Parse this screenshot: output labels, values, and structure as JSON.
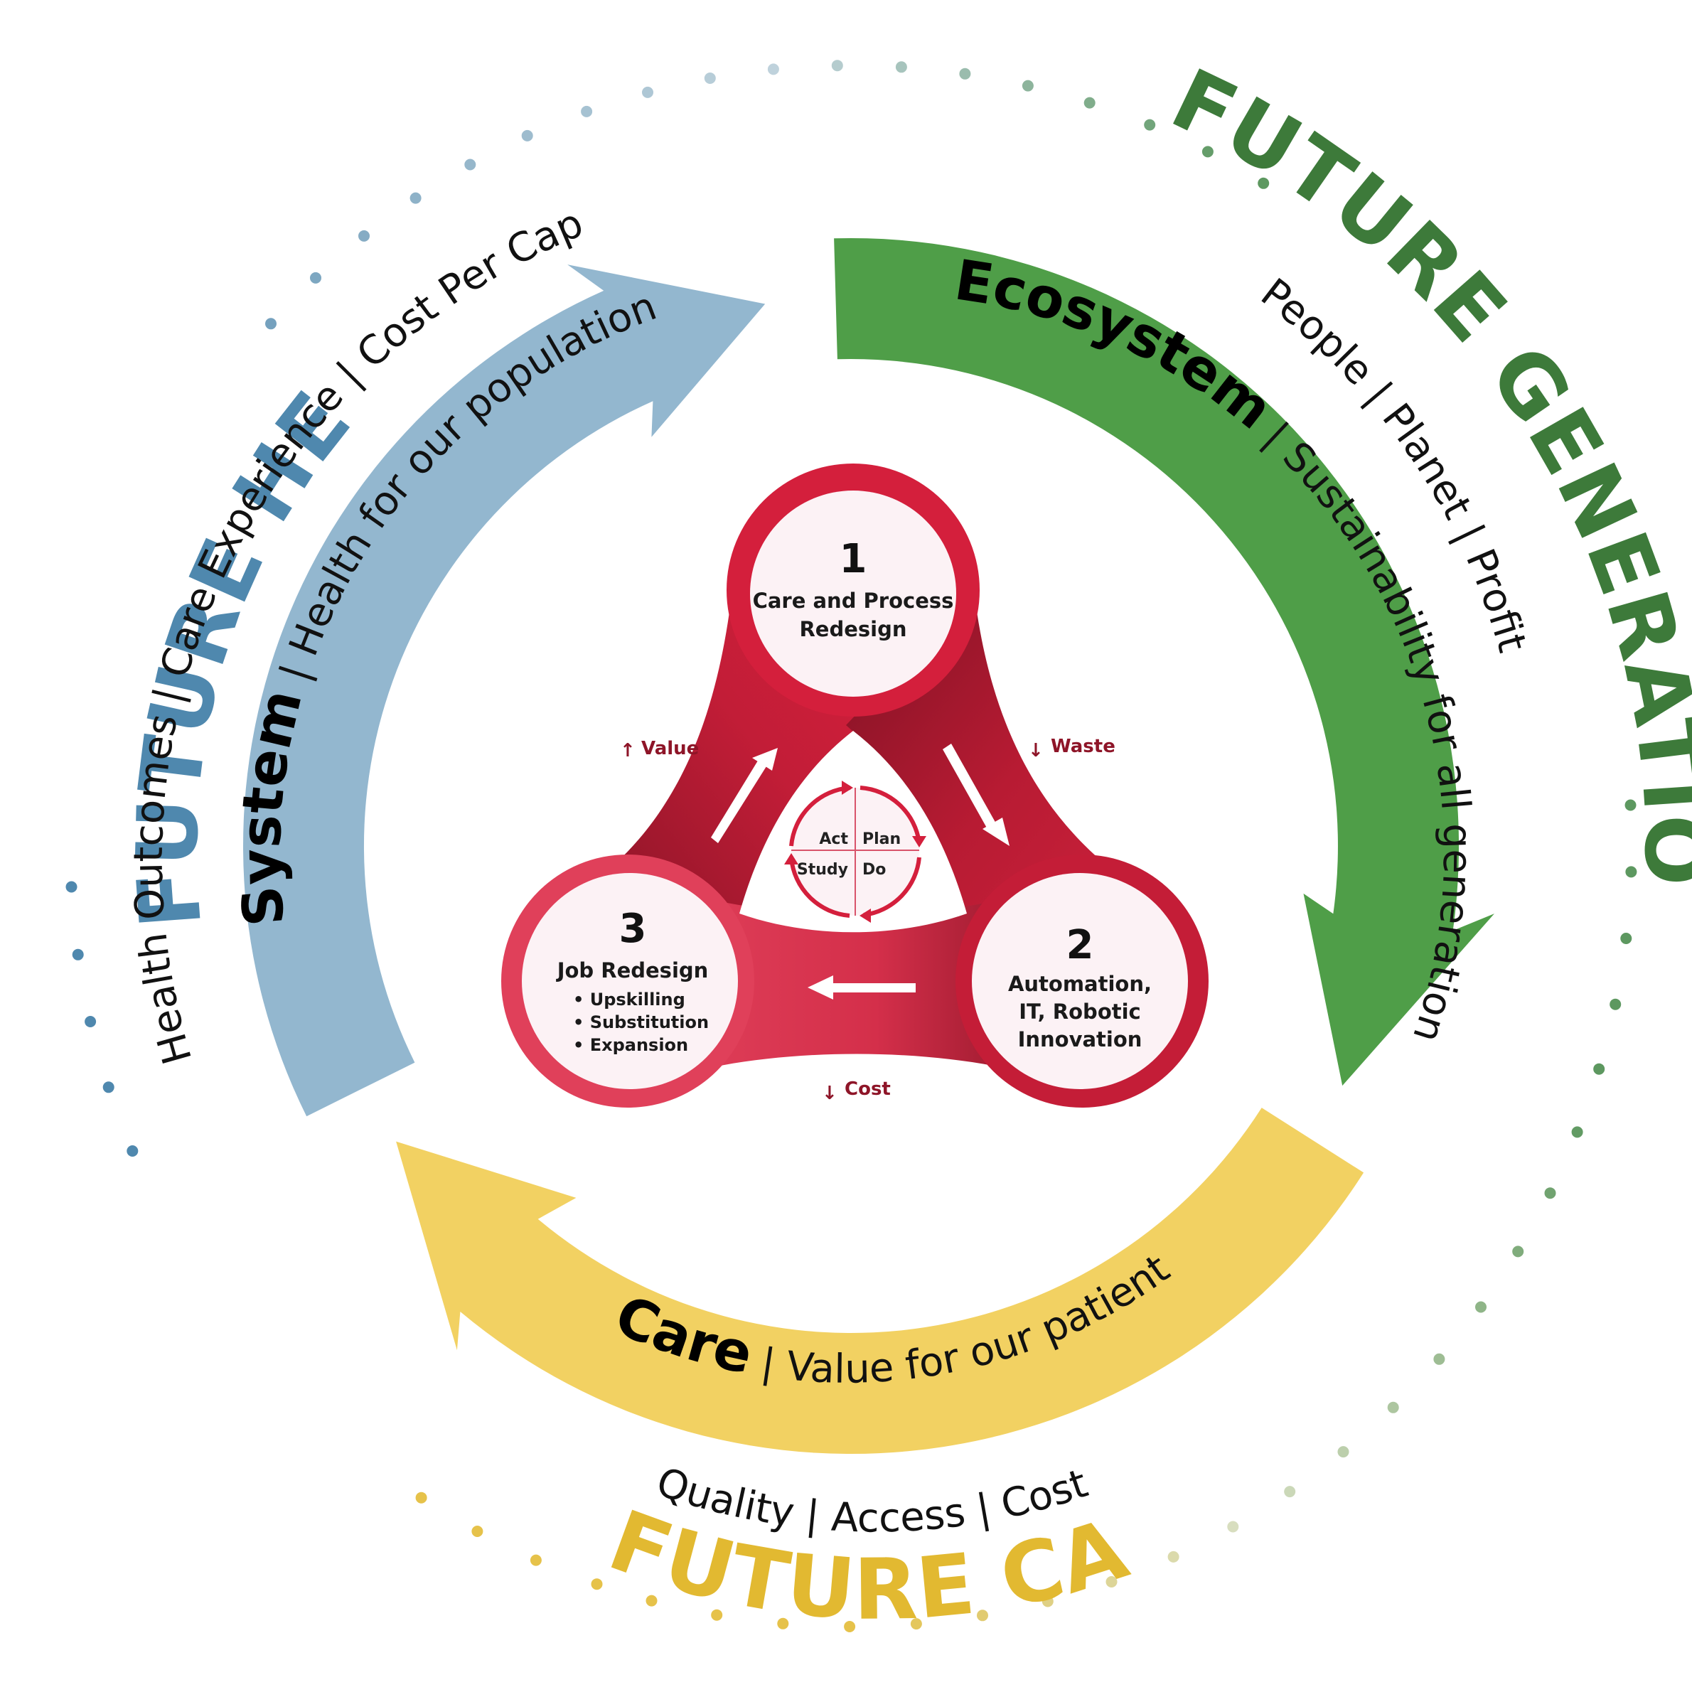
{
  "colors": {
    "blue_band": "#93b7cf",
    "blue_heading": "#4f88ae",
    "green_band": "#4f9e48",
    "green_heading": "#3d7a3a",
    "yellow_band": "#f2d162",
    "yellow_heading": "#e2b931",
    "red_primary": "#d41f3c",
    "red_dark": "#8e1528",
    "red_light": "#e0405a",
    "node_fill": "#fcf2f5",
    "impact_text": "#8e1528",
    "dot_start": "#4f88ae",
    "dot_mid_top": "#c0d3dc",
    "dot_green": "#5d9860",
    "dot_yellow": "#e6c24a"
  },
  "outer": {
    "health": {
      "heading": "FUTURE HEALTH",
      "subheading": "Health Outcomes | Care Experience | Cost Per Capita"
    },
    "generations": {
      "heading": "FUTURE GENERATIONS",
      "subheading": "People | Planet | Profit"
    },
    "care": {
      "heading": "FUTURE CARE",
      "subheading": "Quality | Access | Cost"
    }
  },
  "bands": {
    "system": {
      "bold": "System",
      "separator": " | ",
      "text": "Health for our population"
    },
    "ecosystem": {
      "bold": "Ecosystem",
      "separator": " | ",
      "text": "Sustainability for all generations"
    },
    "care": {
      "bold": "Care",
      "separator": " | ",
      "text": "Value for our patients"
    }
  },
  "nodes": [
    {
      "number": "1",
      "lines": [
        "Care and Process",
        "Redesign"
      ],
      "bullets": []
    },
    {
      "number": "2",
      "lines": [
        "Automation,",
        "IT, Robotic",
        "Innovation"
      ],
      "bullets": []
    },
    {
      "number": "3",
      "lines": [
        "Job Redesign"
      ],
      "bullets": [
        "Upskilling",
        "Substitution",
        "Expansion"
      ]
    }
  ],
  "impacts": {
    "value": {
      "direction": "up",
      "arrow": "↑",
      "label": "Value"
    },
    "waste": {
      "direction": "down",
      "arrow": "↓",
      "label": "Waste"
    },
    "cost": {
      "direction": "down",
      "arrow": "↓",
      "label": "Cost"
    }
  },
  "pdsa": {
    "act": "Act",
    "plan": "Plan",
    "study": "Study",
    "do": "Do"
  }
}
